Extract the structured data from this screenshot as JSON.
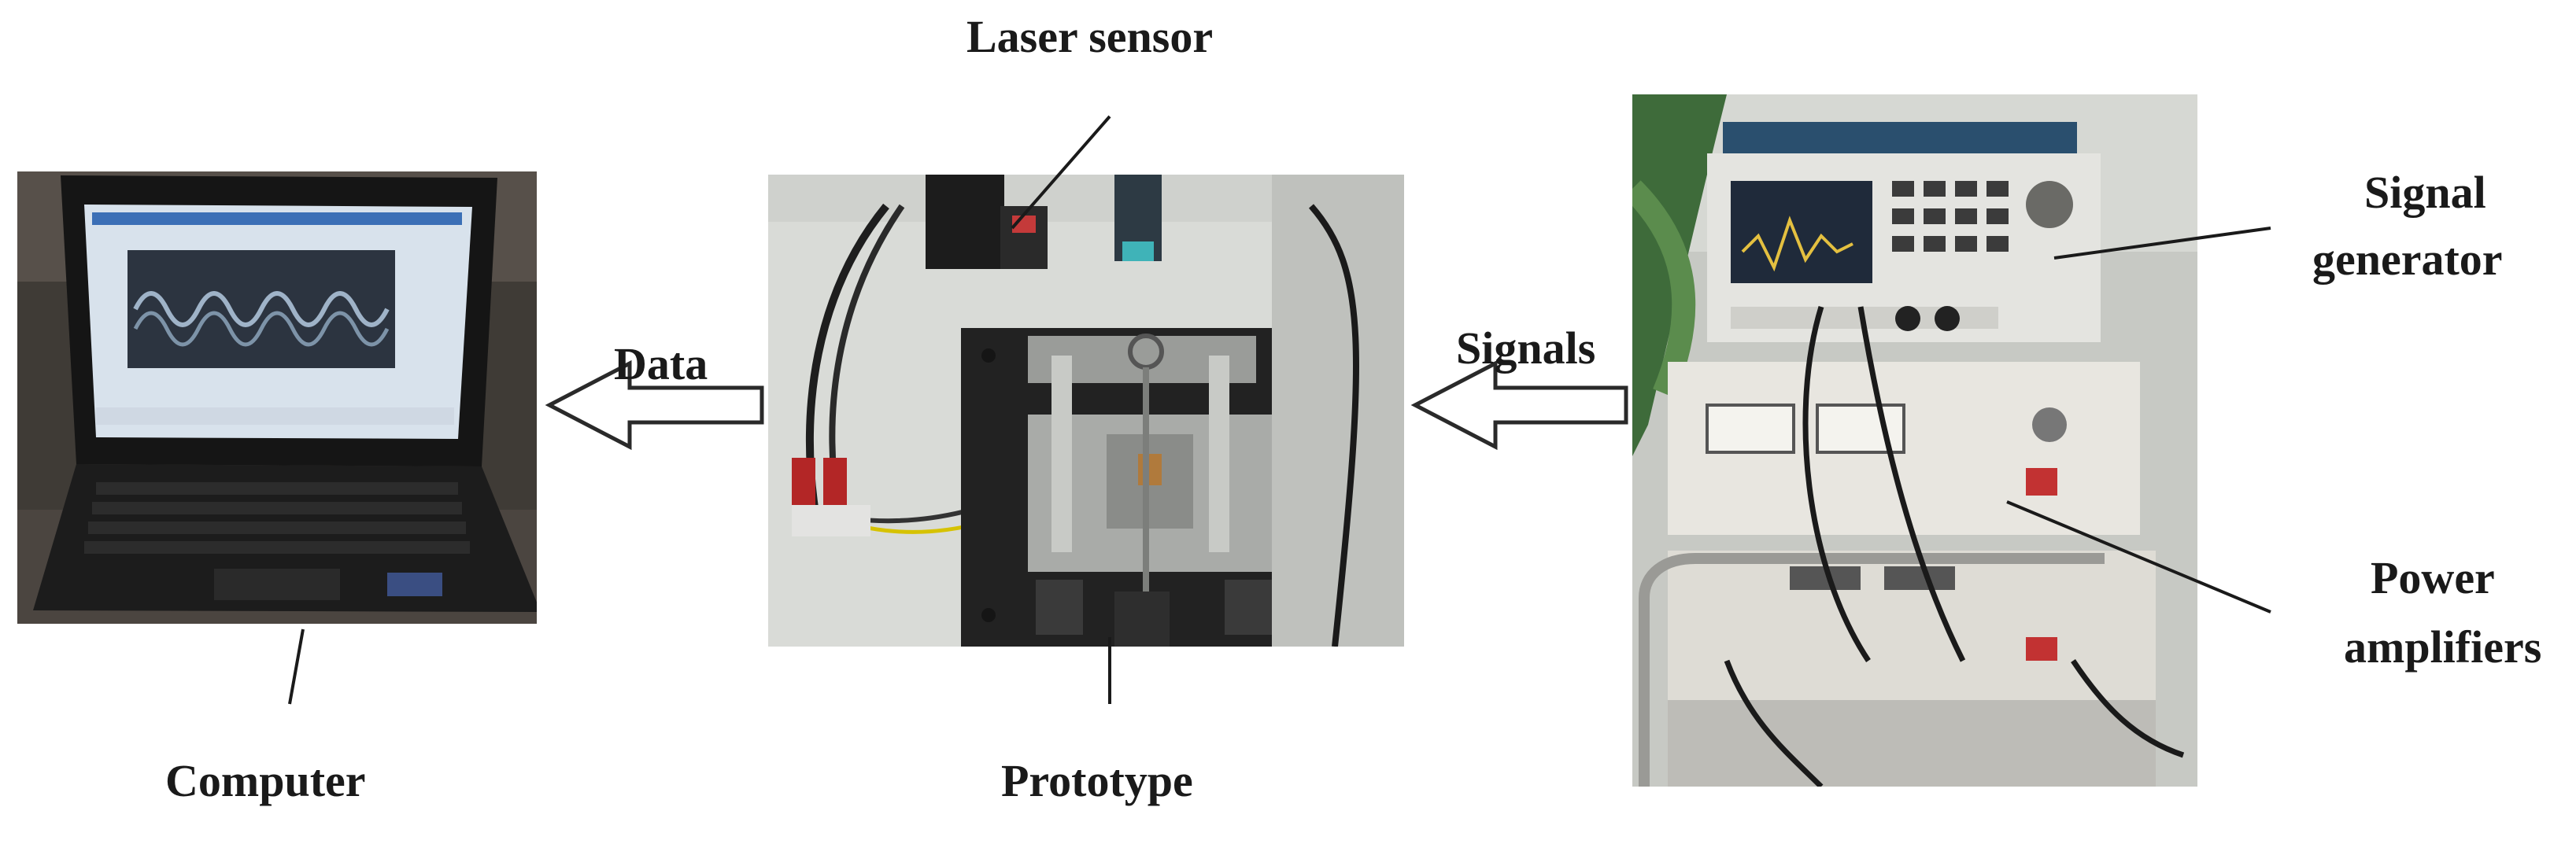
{
  "labels": {
    "laser_sensor": "Laser sensor",
    "data": "Data",
    "signals": "Signals",
    "signal_generator_line1": "Signal",
    "signal_generator_line2": "generator",
    "power_amplifiers_line1": "Power",
    "power_amplifiers_line2": "amplifiers",
    "computer": "Computer",
    "prototype": "Prototype"
  },
  "colors": {
    "text": "#1a1a1a",
    "arrow_outline": "#2a2a2a",
    "leader_line": "#1a1a1a"
  }
}
